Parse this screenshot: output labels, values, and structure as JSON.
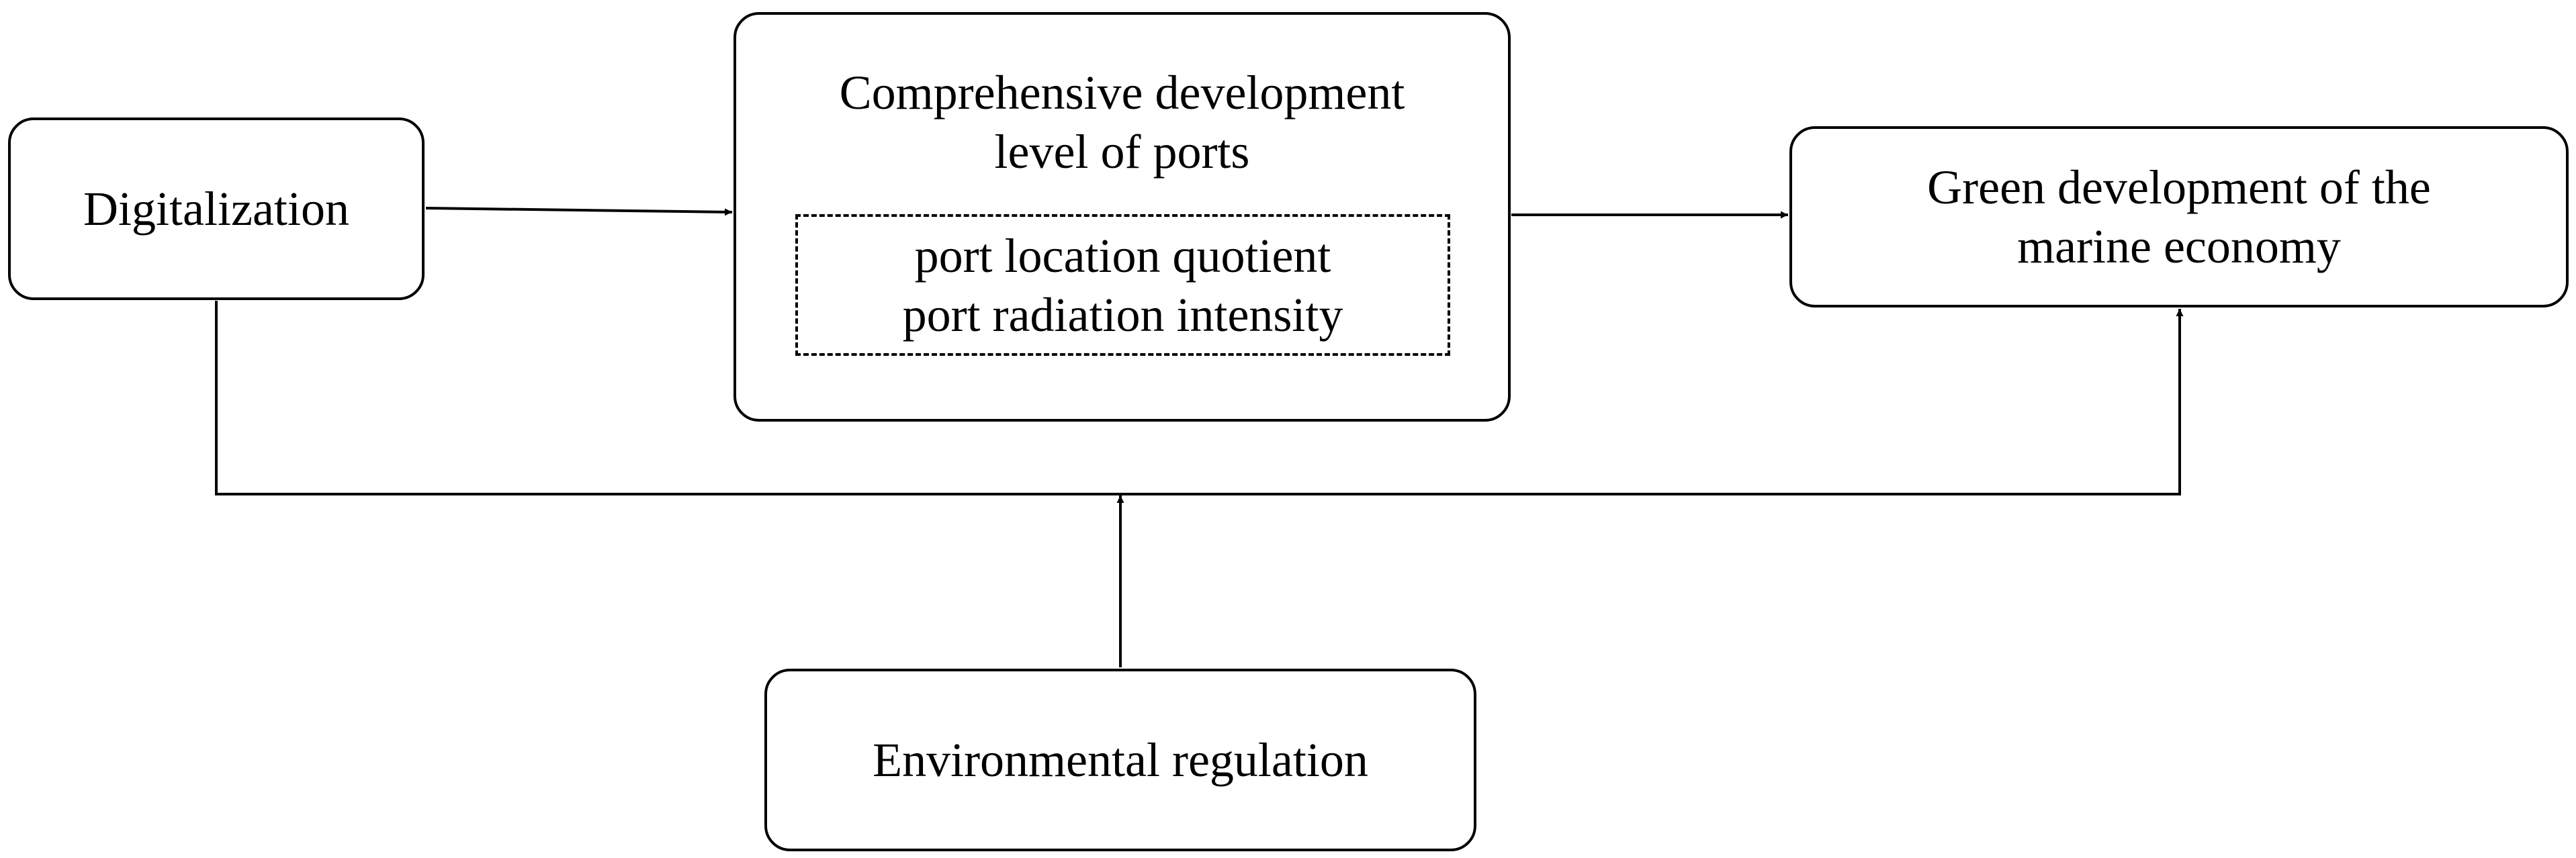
{
  "nodes": {
    "digitalization": {
      "label": "Digitalization"
    },
    "ports": {
      "title_lines": [
        "Comprehensive development",
        "level of ports"
      ],
      "indicators": [
        "port location quotient",
        "port radiation intensity"
      ]
    },
    "green": {
      "title_lines": [
        "Green development of the",
        "marine economy"
      ]
    },
    "environment": {
      "label": "Environmental regulation"
    }
  },
  "colors": {
    "stroke": "#000000",
    "background": "#ffffff"
  },
  "icons": {
    "arrowhead": "triangle-arrowhead-icon"
  }
}
